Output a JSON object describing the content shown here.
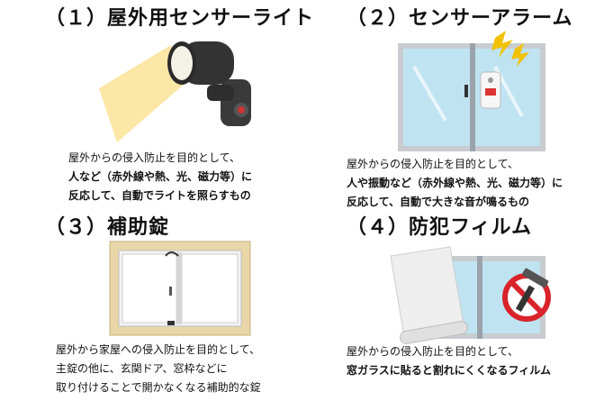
{
  "sections": [
    {
      "title": "（１）屋外用センサーライト",
      "lines": [
        {
          "text": "屋外からの侵入防止を目的として、",
          "bold": false
        },
        {
          "text": "人など（赤外線や熱、光、磁力等）に",
          "bold": true
        },
        {
          "text": "反応して、自動でライトを照らすもの",
          "bold": true
        }
      ],
      "icon": "sensor-light-icon"
    },
    {
      "title": "（２）センサーアラーム",
      "lines": [
        {
          "text": "屋外からの侵入防止を目的として、",
          "bold": false
        },
        {
          "text": "人や振動など（赤外線や熱、光、磁力等）に",
          "bold": true
        },
        {
          "text": "反応して、自動で大きな音が鳴るもの",
          "bold": true
        }
      ],
      "icon": "window-alarm-icon"
    },
    {
      "title": "（３）補助錠",
      "lines": [
        {
          "text": "屋外から家屋への侵入防止を目的として、",
          "bold": false
        },
        {
          "text": "主錠の他に、玄関ドア、窓枠などに",
          "bold": false
        },
        {
          "text": "取り付けることで開かなくなる補助的な錠",
          "bold": false
        }
      ],
      "icon": "window-lock-icon"
    },
    {
      "title": "（４）防犯フィルム",
      "lines": [
        {
          "text": "屋外からの侵入防止を目的として、",
          "bold": false
        },
        {
          "text": "窓ガラスに貼ると割れにくくなるフィルム",
          "bold": true
        }
      ],
      "icon": "security-film-icon"
    }
  ],
  "colors": {
    "light_glow": "#fbe7a6",
    "glass": "#bfe3f1",
    "frame": "#9aa3ab",
    "wood": "#e8d6a8",
    "no_sign": "#d9232a"
  }
}
